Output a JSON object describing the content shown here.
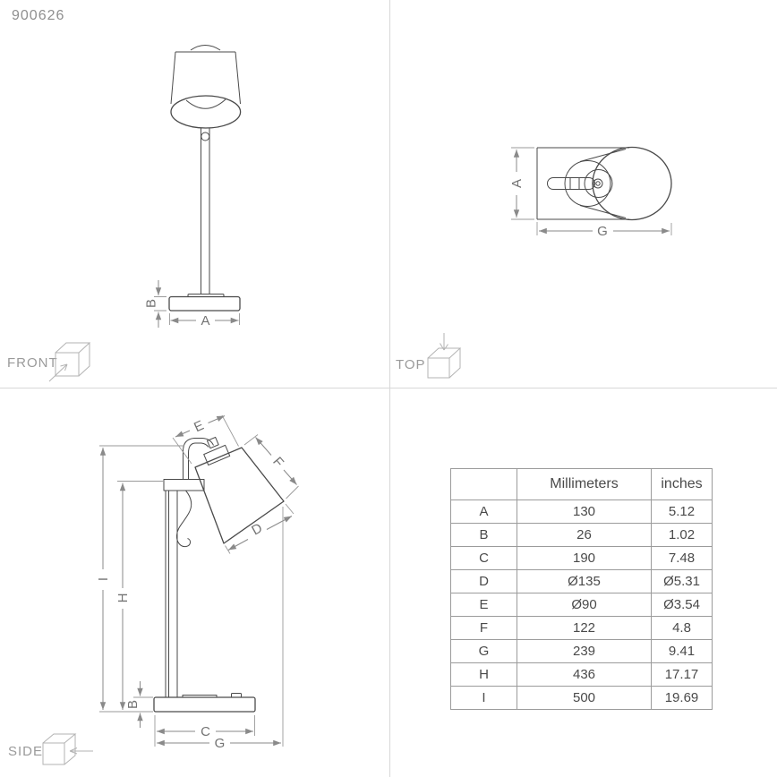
{
  "product_code": "900626",
  "views": {
    "front": {
      "label": "FRONT"
    },
    "top": {
      "label": "TOP"
    },
    "side": {
      "label": "SIDE"
    }
  },
  "dim_labels": {
    "a": "A",
    "b": "B",
    "c": "C",
    "d": "D",
    "e": "E",
    "f": "F",
    "g": "G",
    "h": "H",
    "i": "I"
  },
  "table": {
    "headers": [
      "",
      "Millimeters",
      "inches"
    ],
    "rows": [
      {
        "key": "A",
        "mm": "130",
        "in": "5.12"
      },
      {
        "key": "B",
        "mm": "26",
        "in": "1.02"
      },
      {
        "key": "C",
        "mm": "190",
        "in": "7.48"
      },
      {
        "key": "D",
        "mm": "Ø135",
        "in": "Ø5.31"
      },
      {
        "key": "E",
        "mm": "Ø90",
        "in": "Ø3.54"
      },
      {
        "key": "F",
        "mm": "122",
        "in": "4.8"
      },
      {
        "key": "G",
        "mm": "239",
        "in": "9.41"
      },
      {
        "key": "H",
        "mm": "436",
        "in": "17.17"
      },
      {
        "key": "I",
        "mm": "500",
        "in": "19.69"
      }
    ]
  },
  "colors": {
    "line": "#4a4a4a",
    "dimension": "#8a8a8a",
    "label": "#9a9a9a",
    "divider": "#d8d8d8"
  }
}
